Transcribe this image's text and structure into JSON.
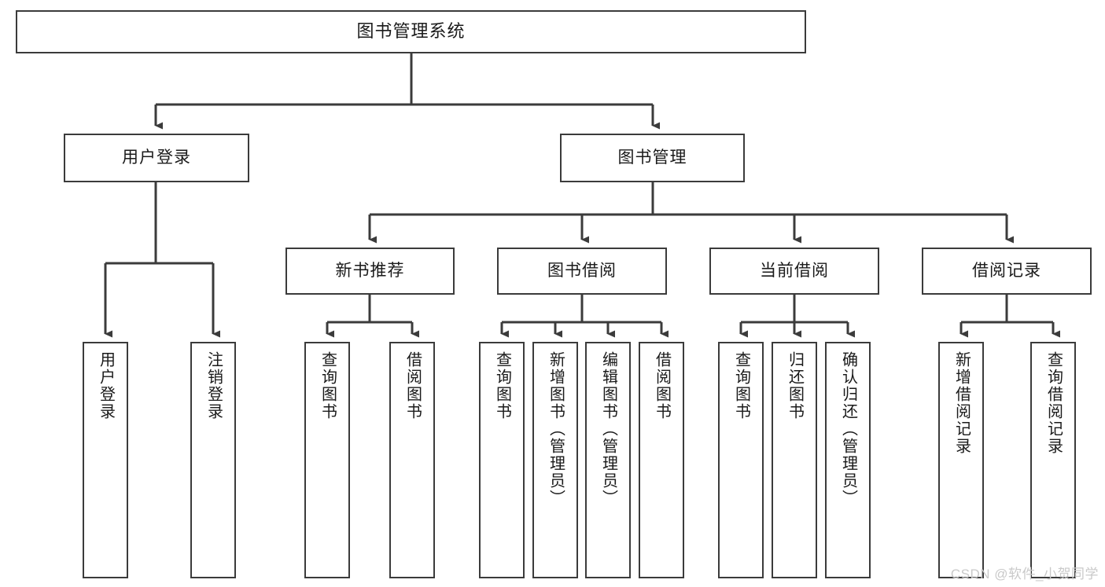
{
  "diagram": {
    "title": "图书管理系统",
    "type": "tree-hierarchy-chart",
    "watermark": "CSDN @软件_小贺同学",
    "colors": {
      "background": "#ffffff",
      "node_border": "#3b3b3b",
      "node_fill": "#ffffff",
      "edge": "#3b3b3b",
      "text": "#1a1a1a",
      "watermark": "#c9c9c9"
    }
  },
  "nodes": {
    "root": {
      "label": "图书管理系统"
    },
    "level1": [
      {
        "id": "user-login",
        "label": "用户登录"
      },
      {
        "id": "book-manage",
        "label": "图书管理"
      }
    ],
    "level2": [
      {
        "id": "new-book-recommend",
        "label": "新书推荐"
      },
      {
        "id": "book-borrow",
        "label": "图书借阅"
      },
      {
        "id": "current-borrow",
        "label": "当前借阅"
      },
      {
        "id": "borrow-record",
        "label": "借阅记录"
      }
    ],
    "leaves": {
      "user_login": [
        {
          "id": "leaf-user-login",
          "label": "用户登录"
        },
        {
          "id": "leaf-logout-login",
          "label": "注销登录"
        }
      ],
      "new_book_recommend": [
        {
          "id": "leaf-query-book-1",
          "label": "查询图书"
        },
        {
          "id": "leaf-borrow-book-1",
          "label": "借阅图书"
        }
      ],
      "book_borrow": [
        {
          "id": "leaf-query-book-2",
          "label": "查询图书"
        },
        {
          "id": "leaf-add-book",
          "label": "新增图书（管理员）"
        },
        {
          "id": "leaf-edit-book",
          "label": "编辑图书（管理员）"
        },
        {
          "id": "leaf-borrow-book-2",
          "label": "借阅图书"
        }
      ],
      "current_borrow": [
        {
          "id": "leaf-query-book-3",
          "label": "查询图书"
        },
        {
          "id": "leaf-return-book",
          "label": "归还图书"
        },
        {
          "id": "leaf-confirm-return",
          "label": "确认归还（管理员）"
        }
      ],
      "borrow_record": [
        {
          "id": "leaf-add-record",
          "label": "新增借阅记录"
        },
        {
          "id": "leaf-query-record",
          "label": "查询借阅记录"
        }
      ]
    }
  }
}
